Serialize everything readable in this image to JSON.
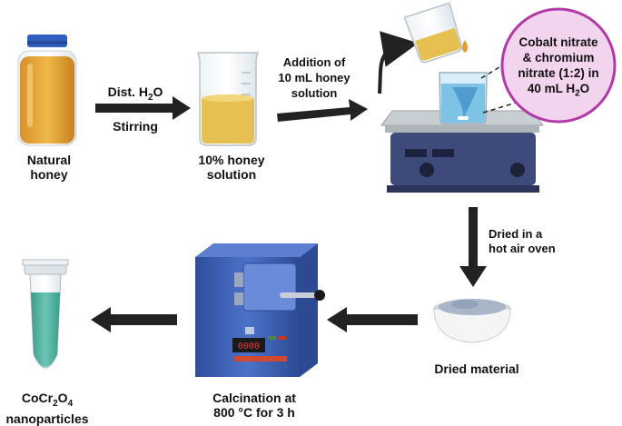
{
  "nodes": {
    "honey": {
      "line1": "Natural",
      "line2": "honey"
    },
    "solution": {
      "line1": "10% honey",
      "line2": "solution"
    },
    "dried": {
      "line1": "Dried material"
    },
    "calcination": {
      "line1": "Calcination at",
      "line2": "800 °C for 3 h"
    },
    "product": {
      "line1_pre": "CoCr",
      "sub1": "2",
      "line1_mid": "O",
      "sub2": "4",
      "line2": "nanoparticles"
    }
  },
  "arrows": {
    "distilled": {
      "line1_pre": "Dist. H",
      "sub": "2",
      "line1_post": "O",
      "line2": "Stirring"
    },
    "addition": {
      "line1": "Addition of",
      "line2": "10 mL honey",
      "line3": "solution"
    },
    "oven": {
      "line1": "Dried in a",
      "line2": "hot air oven"
    }
  },
  "callout": {
    "line1": "Cobalt nitrate",
    "line2": "& chromium",
    "line3": "nitrate (1:2) in",
    "line4_pre": "40 mL H",
    "line4_sub": "2",
    "line4_post": "O"
  },
  "furnace_panel": {
    "readout": "0000"
  },
  "colors": {
    "callout_fill": "#f3d4ef",
    "callout_stroke": "#b23aa8",
    "honey": "#e3a43a",
    "solution": "#e8c85a",
    "liquid_teal": "#4fb3a3",
    "furnace_blue": "#3f63b8",
    "hotplate_body": "#3e4a79",
    "arrow": "#222222"
  }
}
